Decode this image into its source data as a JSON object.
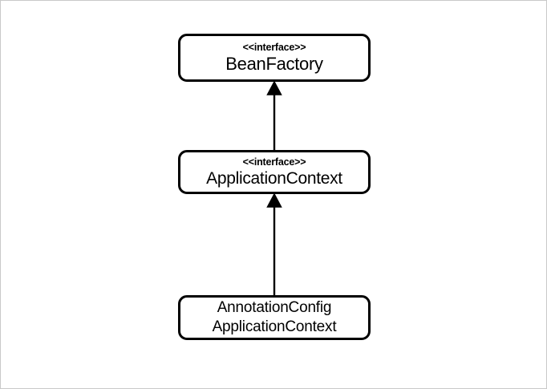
{
  "diagram": {
    "type": "uml-class-diagram",
    "background_color": "#ffffff",
    "border_color": "#c9c9c9",
    "stroke_color": "#000000",
    "nodes": [
      {
        "id": "beanfactory",
        "stereotype": "<<interface>>",
        "name": "BeanFactory"
      },
      {
        "id": "applicationcontext",
        "stereotype": "<<interface>>",
        "name": "ApplicationContext"
      },
      {
        "id": "annotationconfig",
        "stereotype": "",
        "name_line1": "AnnotationConfig",
        "name_line2": "ApplicationContext"
      }
    ],
    "edges": [
      {
        "id": "edge-upper",
        "from": "applicationcontext",
        "to": "beanfactory",
        "arrow": "solid-filled-triangle",
        "direction": "up"
      },
      {
        "id": "edge-lower",
        "from": "annotationconfig",
        "to": "applicationcontext",
        "arrow": "solid-filled-triangle",
        "direction": "up"
      }
    ]
  }
}
